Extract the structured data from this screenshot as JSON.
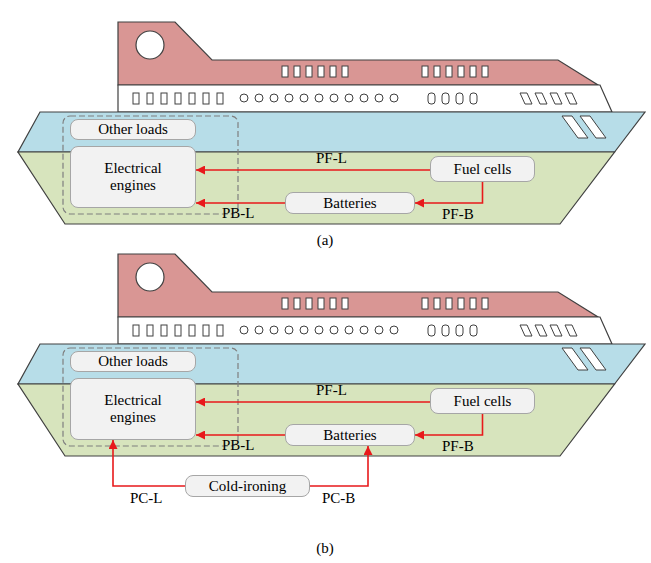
{
  "diagram": {
    "nodes": [
      {
        "text": [
          "Other loads"
        ]
      },
      {
        "text": [
          "Electrical engines"
        ]
      },
      {
        "text": [
          "Fuel cells"
        ]
      },
      {
        "text": [
          "Batteries"
        ]
      },
      {
        "text": [
          "Other loads"
        ]
      },
      {
        "text": [
          "Electrical engines"
        ]
      },
      {
        "text": [
          "Fuel cells"
        ]
      },
      {
        "text": [
          "Batteries"
        ]
      },
      {
        "text": [
          "Cold-ironing"
        ]
      }
    ],
    "edges": [
      {
        "from": 2,
        "to": 1,
        "label": "PF-L",
        "arrow": "to"
      },
      {
        "from": 3,
        "to": 1,
        "label": "PB-L",
        "arrow": "to"
      },
      {
        "from": 2,
        "to": 3,
        "label": "PF-B",
        "arrow": "to"
      },
      {
        "from": 6,
        "to": 5,
        "label": "PF-L",
        "arrow": "to"
      },
      {
        "from": 7,
        "to": 5,
        "label": "PB-L",
        "arrow": "to"
      },
      {
        "from": 6,
        "to": 7,
        "label": "PF-B",
        "arrow": "to"
      },
      {
        "from": 8,
        "to": 5,
        "label": "PC-L",
        "arrow": "to"
      },
      {
        "from": 8,
        "to": 7,
        "label": "PC-B",
        "arrow": "to"
      }
    ],
    "labels": [
      "(a)",
      "(b)"
    ]
  }
}
